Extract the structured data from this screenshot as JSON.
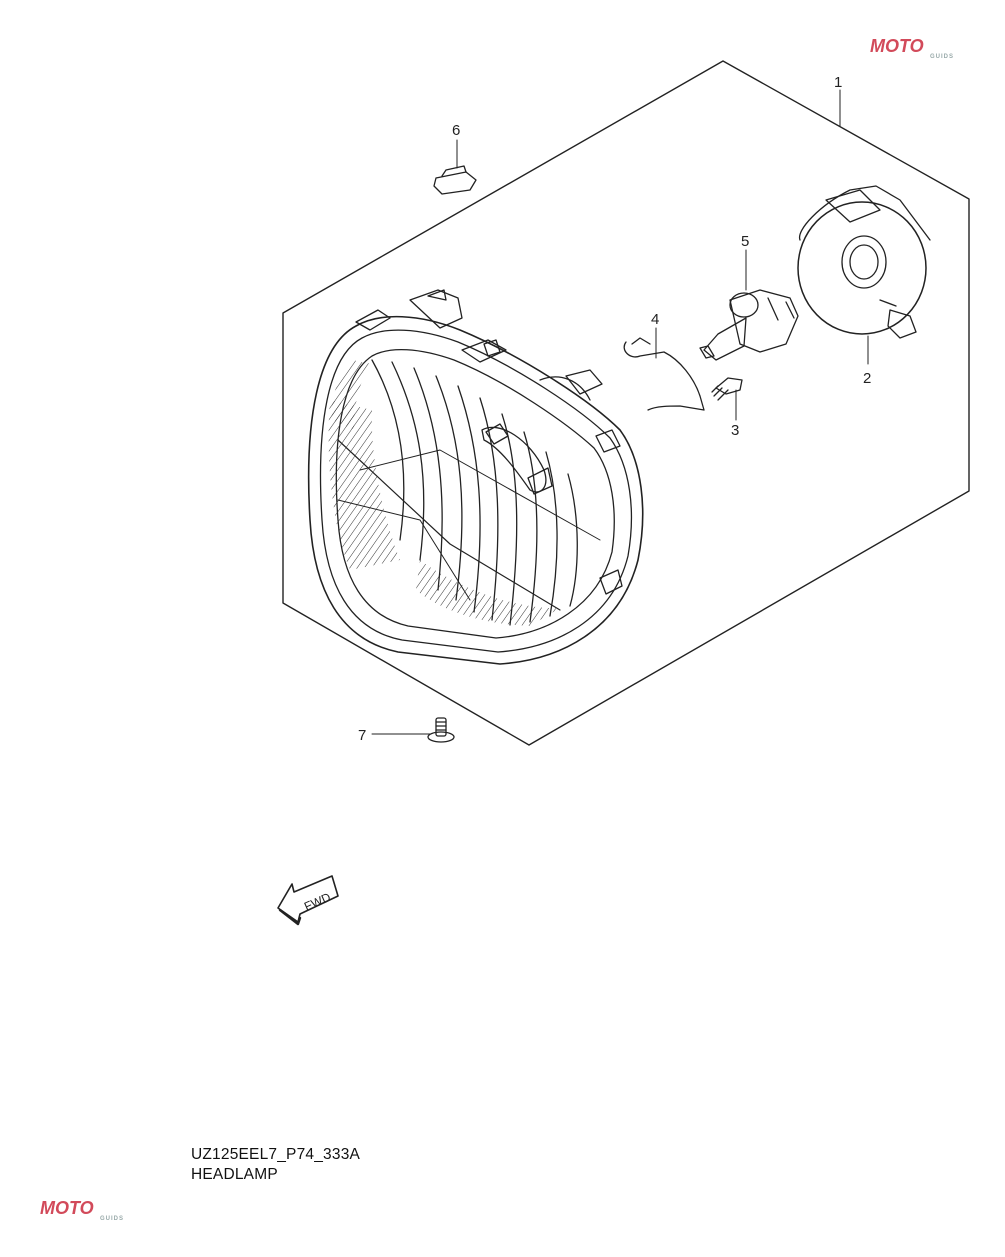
{
  "parts": [
    {
      "num": "1"
    },
    {
      "num": "2"
    },
    {
      "num": "3"
    },
    {
      "num": "4"
    },
    {
      "num": "5"
    },
    {
      "num": "6"
    },
    {
      "num": "7"
    }
  ],
  "direction_marker": {
    "text": "FWD"
  },
  "caption": {
    "code": "UZ125EEL7_P74_333A",
    "name": "HEADLAMP"
  },
  "watermark": {
    "text": "MOTO",
    "subtext": "GUIDS"
  },
  "colors": {
    "line": "#222222",
    "watermark": "#d24a5a"
  }
}
